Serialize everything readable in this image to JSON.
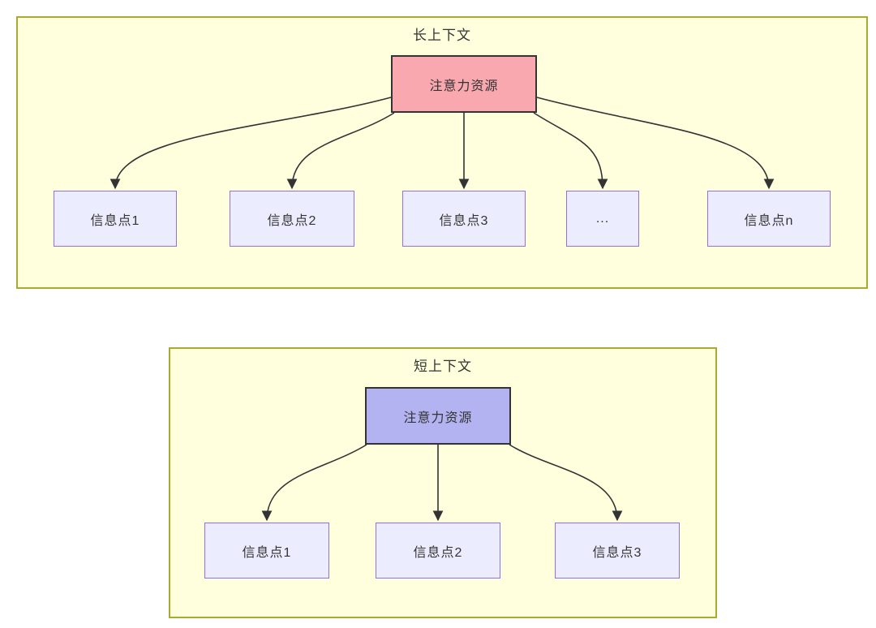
{
  "long_context": {
    "title": "长上下文",
    "attention_label": "注意力资源",
    "info_points": [
      "信息点1",
      "信息点2",
      "信息点3",
      "...",
      "信息点n"
    ]
  },
  "short_context": {
    "title": "短上下文",
    "attention_label": "注意力资源",
    "info_points": [
      "信息点1",
      "信息点2",
      "信息点3"
    ]
  },
  "colors": {
    "panel_fill": "#ffffde",
    "panel_border": "#aaaa33",
    "info_fill": "#ececff",
    "info_border": "#9370db",
    "attention_long_fill": "#f9a8b0",
    "attention_short_fill": "#b3b3f1",
    "attention_border": "#333333",
    "edge": "#333333",
    "text": "#333333"
  }
}
